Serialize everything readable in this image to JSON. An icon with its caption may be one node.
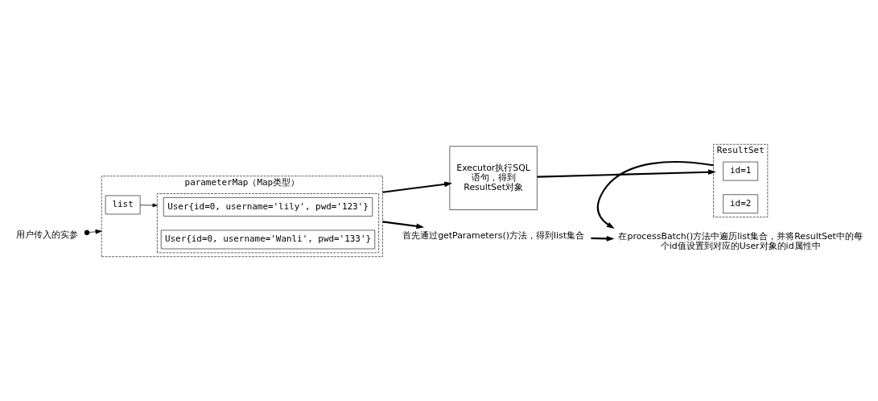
{
  "diagram": {
    "nodes": [
      {
        "text": [
          "parameterMap（Map类型）"
        ]
      },
      {
        "text": [],
        "shape": "box",
        "in": 0
      },
      {
        "text": [
          "list"
        ],
        "in": 0
      },
      {
        "text": [
          "User{id=0, username='lily', pwd='123'}"
        ],
        "in": 1
      },
      {
        "text": [
          "User{id=0, username='Wanli', pwd='133'}"
        ],
        "in": 1
      },
      {
        "text": [
          "Executor执行SQL语句，得到ResultSet对象"
        ]
      },
      {
        "text": [
          "ResultSet"
        ]
      },
      {
        "text": [
          "id=1"
        ],
        "in": 6
      },
      {
        "text": [
          "id=2"
        ],
        "in": 6
      },
      {
        "text": [
          "用户传入的实参"
        ]
      },
      {
        "text": [
          "首先通过getParameters()方法，得到list集合"
        ]
      },
      {
        "text": [
          "在processBatch()方法中遍历list集合，并将ResultSet中的每个id值设置到对应的User对象的id属性中"
        ]
      }
    ],
    "edges": [
      {
        "from": 2,
        "to": 1,
        "arrow": "to"
      },
      {
        "from": 0,
        "to": 5,
        "arrow": "to"
      },
      {
        "from": 5,
        "to": 6,
        "arrow": "to"
      },
      {
        "from": 9,
        "to": 0,
        "arrow": "to"
      },
      {
        "from": 0,
        "to": 10,
        "arrow": "to"
      },
      {
        "from": 10,
        "to": 11,
        "arrow": "to"
      },
      {
        "from": 6,
        "to": 11,
        "arrow": "to"
      }
    ]
  }
}
